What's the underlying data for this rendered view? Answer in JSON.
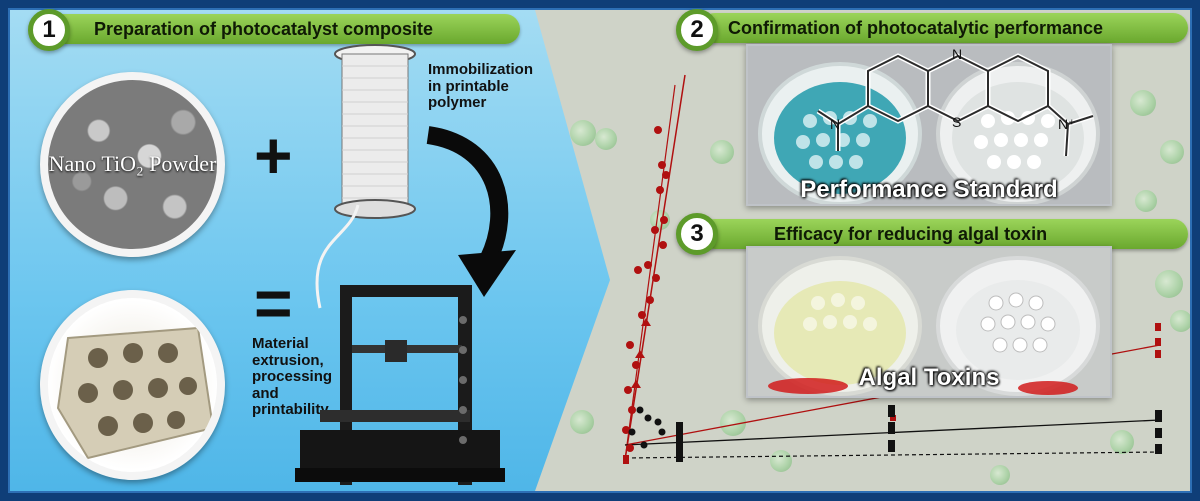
{
  "step1": {
    "number": "1",
    "title": "Preparation of photocatalyst composite"
  },
  "step2": {
    "number": "2",
    "title": "Confirmation of photocatalytic performance"
  },
  "step3": {
    "number": "3",
    "title": "Efficacy for reducing algal toxin"
  },
  "powder_label": "Nano TiO₂ Powder",
  "immobilization_label": "Immobilization in printable polymer",
  "plus_symbol": "+",
  "equals_symbol": "=",
  "material_label": "Material extrusion, processing and printability",
  "performance_caption": "Performance Standard",
  "algal_caption": "Algal Toxins",
  "molecule_labels": {
    "n_top": "N",
    "s_bottom": "S",
    "n_left": "N",
    "n_right": "N⁺"
  },
  "colors": {
    "pill_green": "#7cbf3c",
    "panel_blue": "#6cc6ef",
    "frame_blue": "#2d6fb5",
    "series_red": "#b01010",
    "series_black": "#111111",
    "methylene_blue": "#3fa7b5"
  }
}
